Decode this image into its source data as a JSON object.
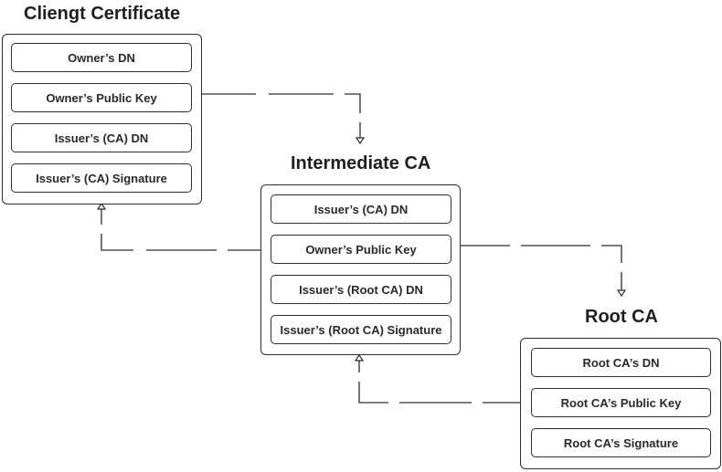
{
  "colors": {
    "stroke": "#2e2e2e",
    "text": "#2a2a2a",
    "background": "#ffffff"
  },
  "client": {
    "title": "Cliengt Certificate",
    "fields": [
      "Owner’s DN",
      "Owner’s Public Key",
      "Issuer’s (CA) DN",
      "Issuer’s (CA) Signature"
    ]
  },
  "intermediate": {
    "title": "Intermediate CA",
    "fields": [
      "Issuer’s (CA) DN",
      "Owner’s Public Key",
      "Issuer’s (Root CA) DN",
      "Issuer’s (Root CA) Signature"
    ]
  },
  "root": {
    "title": "Root CA",
    "fields": [
      "Root CA’s DN",
      "Root CA’s Public Key",
      "Root CA’s Signature"
    ]
  },
  "connectors": [
    {
      "from": "client-owner-public-key",
      "to": "intermediate-ca"
    },
    {
      "from": "intermediate-owner-public-key",
      "to": "client-issuer-signature"
    },
    {
      "from": "intermediate-owner-public-key",
      "to": "root-ca"
    },
    {
      "from": "root-public-key",
      "to": "intermediate-issuer-signature"
    }
  ]
}
